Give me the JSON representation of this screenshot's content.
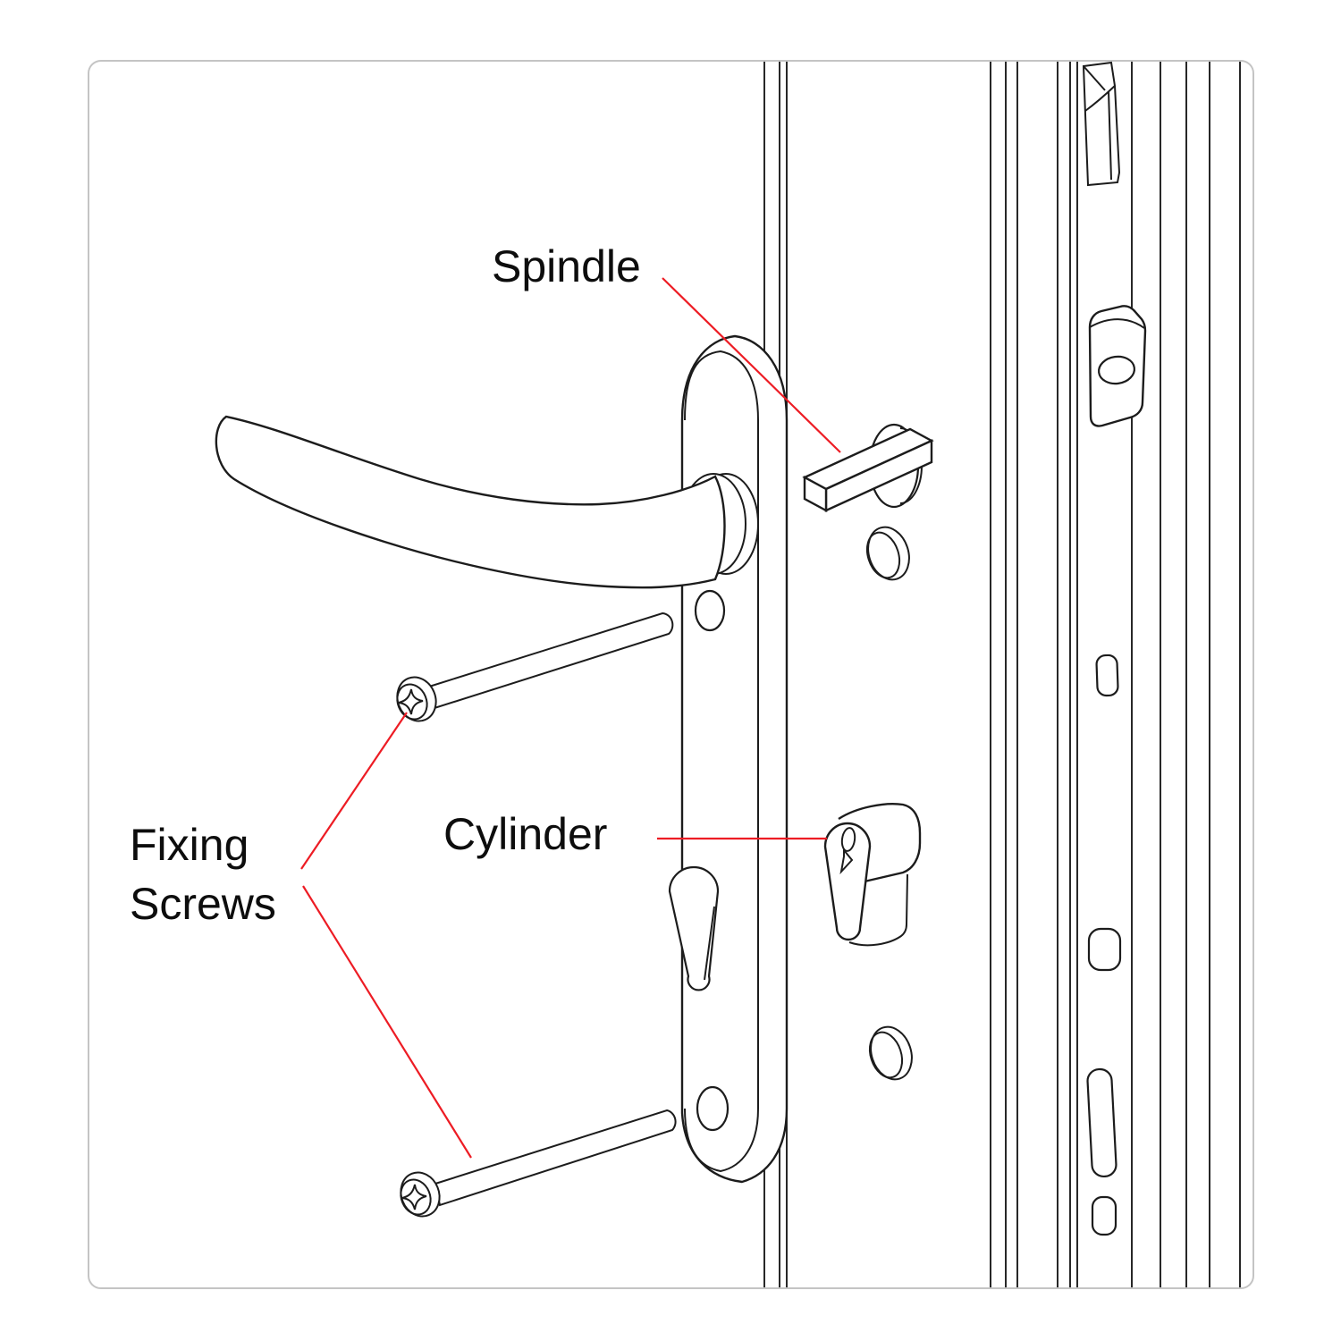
{
  "diagram": {
    "type": "door-handle-exploded-diagram",
    "labels": {
      "spindle": "Spindle",
      "cylinder": "Cylinder",
      "fixing_line1": "Fixing",
      "fixing_line2": "Screws"
    },
    "colors": {
      "leader_line": "#ed1c24",
      "outline": "#1c1c1c",
      "card_border": "#c4c4c4",
      "background": "#ffffff",
      "label_text": "#0d0d0d"
    }
  }
}
